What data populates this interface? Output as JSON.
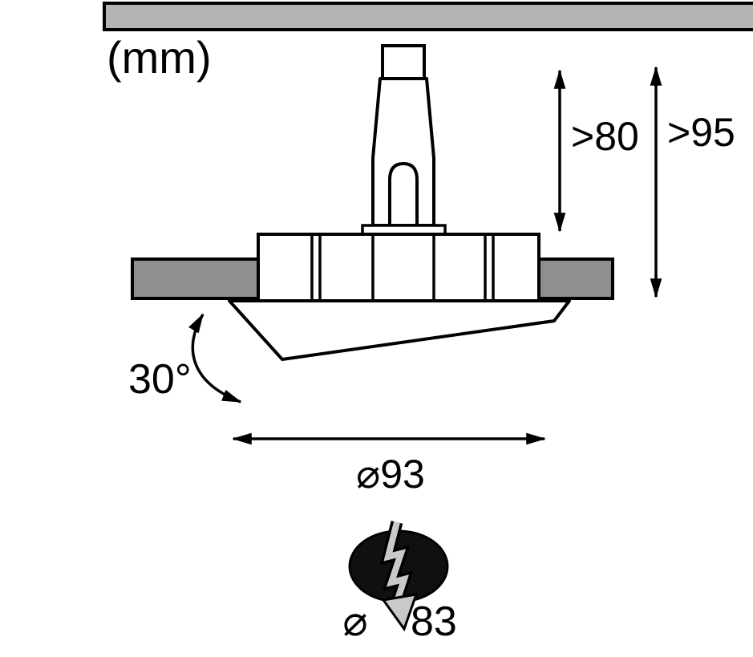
{
  "diagram": {
    "unit_label": "(mm)",
    "labels": {
      "mounting_depth_min": ">80",
      "total_depth_min": ">95",
      "tilt_angle": "30°",
      "outer_diameter": "⌀93",
      "cutout_symbol": "⌀",
      "cutout_value": "83"
    },
    "colors": {
      "ceiling": "#b4b4b4",
      "flange": "#8f8f8f",
      "outline": "#000000",
      "hole_fill": "#101010",
      "bolt_fill": "#c9c9c9"
    }
  }
}
